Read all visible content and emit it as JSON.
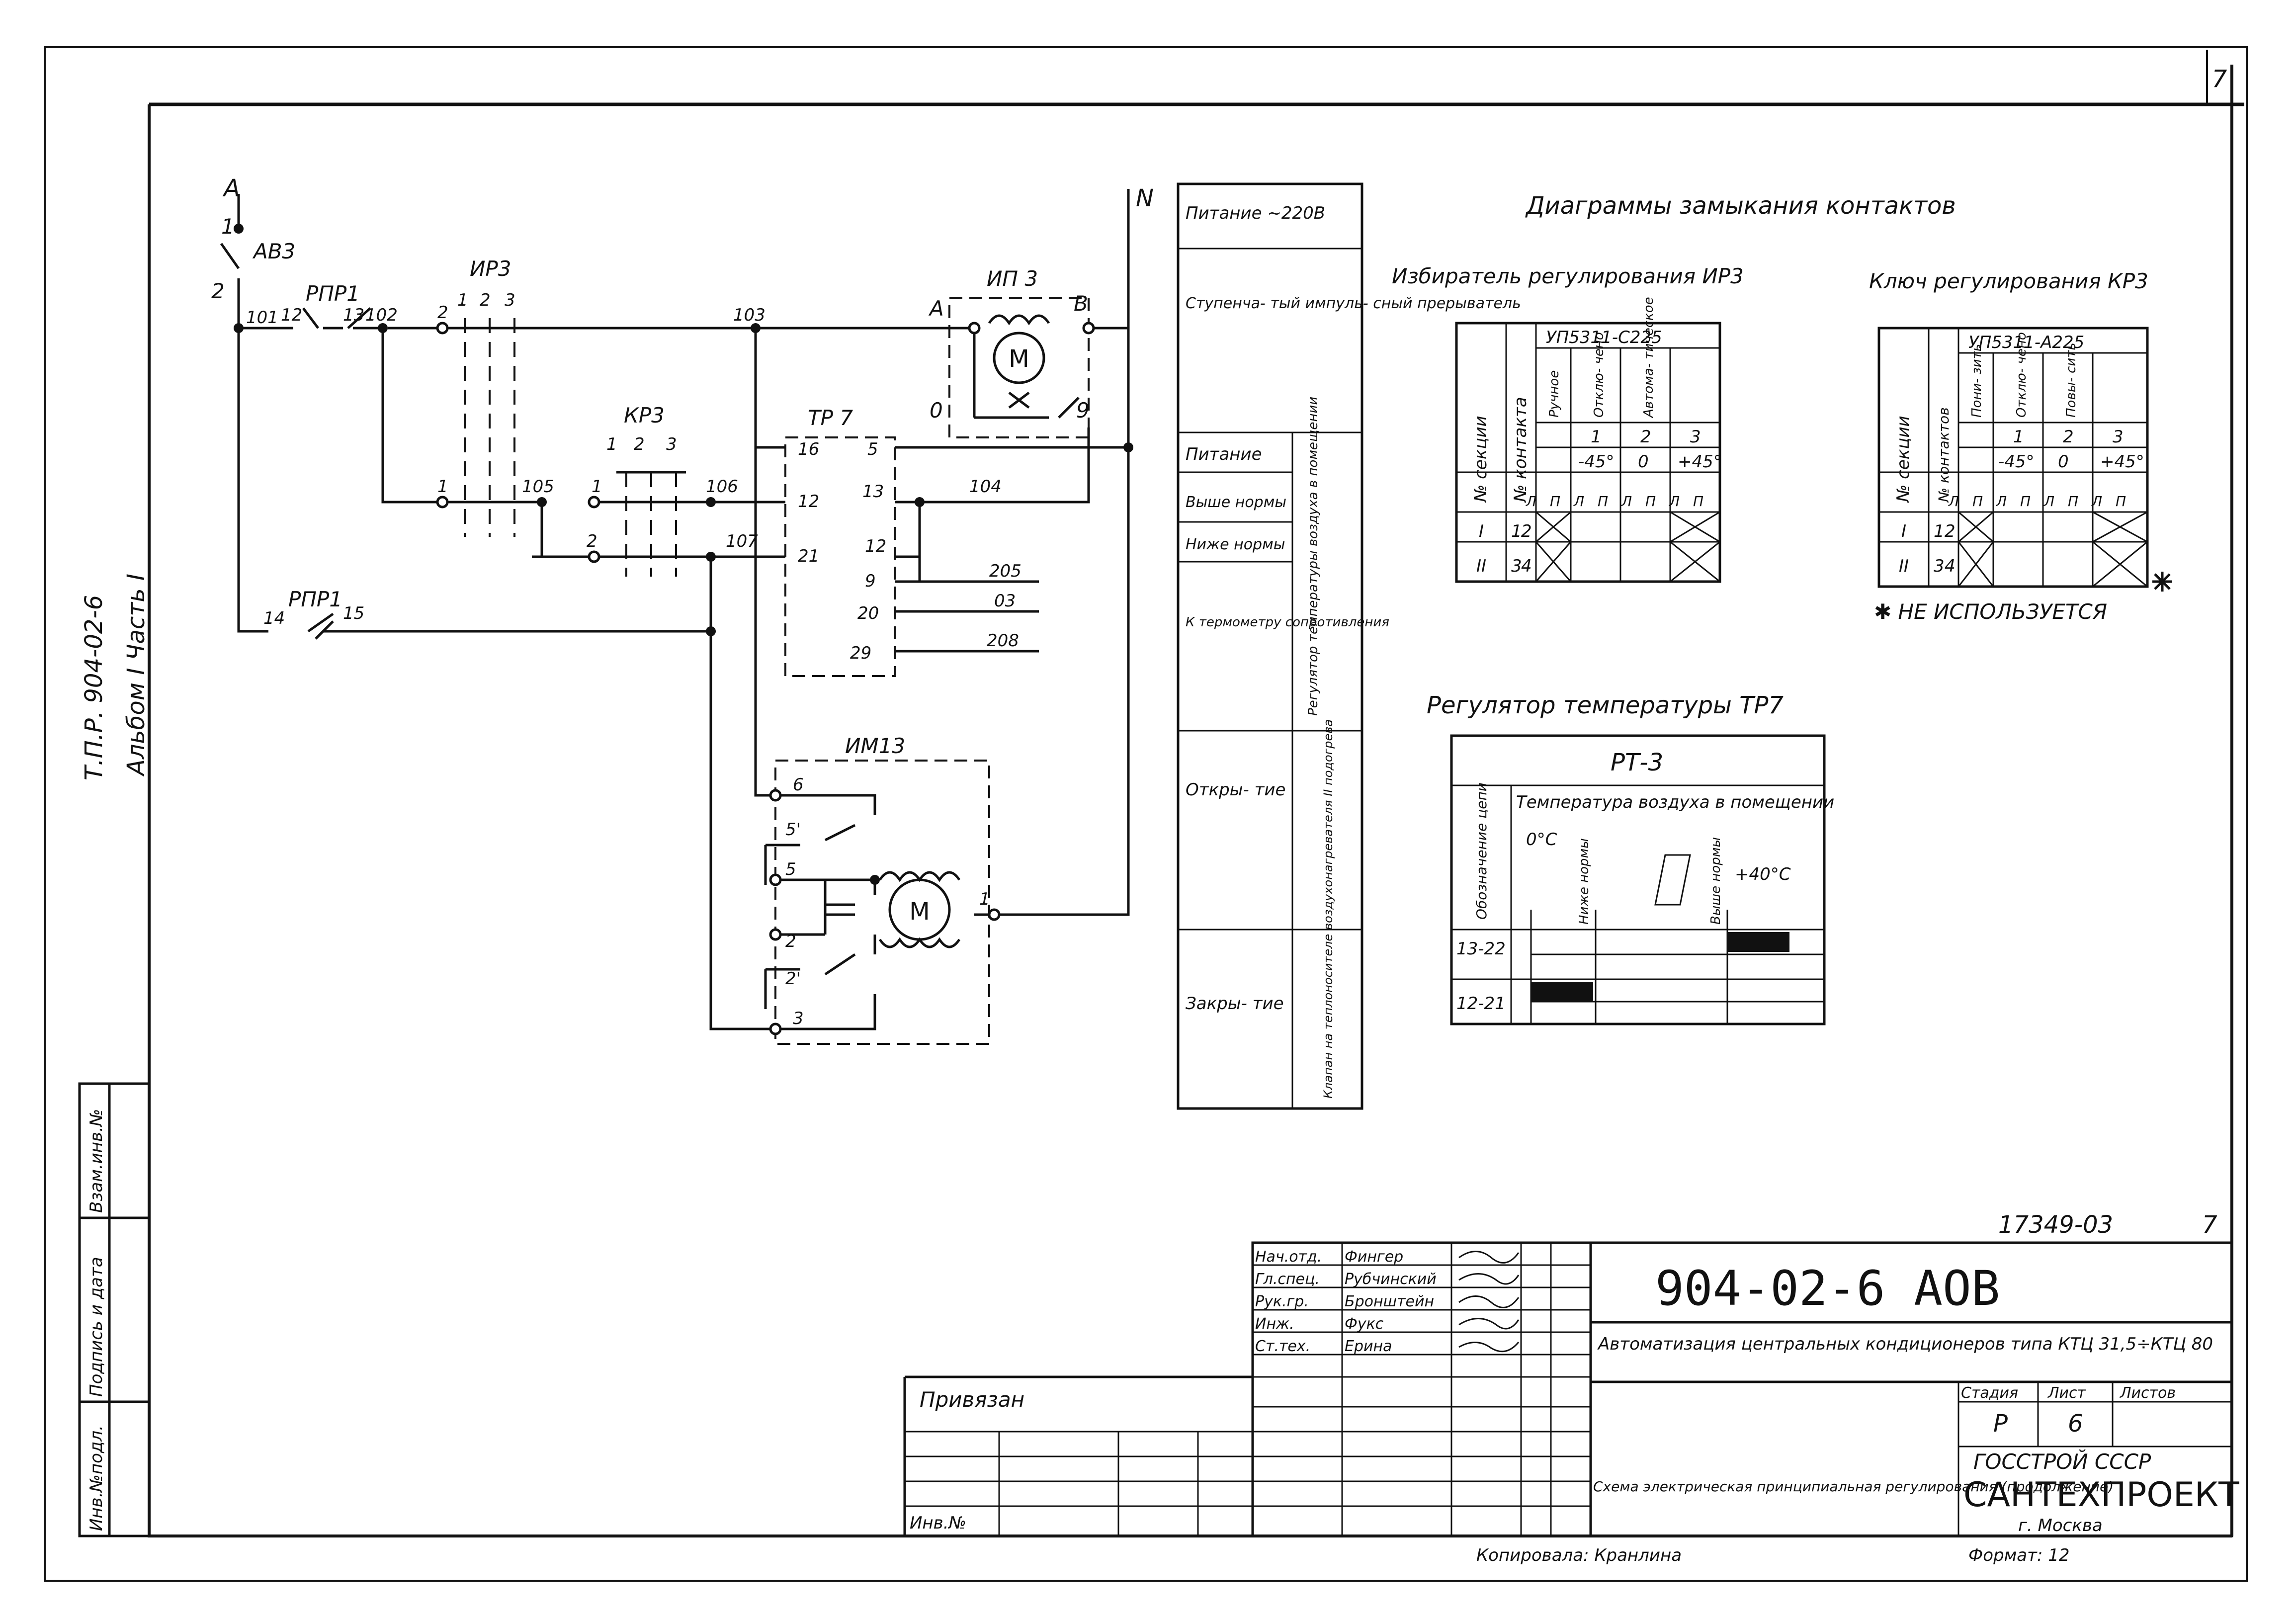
{
  "sheet_number": "7",
  "side_stamp": {
    "line1": "Т.П.Р.  904-02-6",
    "line2": "Альбом I   Часть I"
  },
  "left_strip": {
    "cell1": "Взам.инв.№",
    "cell2": "Подпись и дата",
    "cell3": "Инв.№подл."
  },
  "schematic": {
    "phase_a": "А",
    "neutral": "N",
    "t1": "1",
    "t2": "2",
    "breaker": "АВ3",
    "w101": "101",
    "t12": "12",
    "rpr1_top": "РПР1",
    "t13": "13",
    "w102": "102",
    "irz": "ИР3",
    "irz_2": "2",
    "irz_1a": "1",
    "irz_2b": "2",
    "irz_3": "3",
    "irz_1c": "1",
    "w105": "105",
    "krz": "КР3",
    "krz_1": "1",
    "krz_2": "2",
    "krz_3": "3",
    "krz_in1": "1",
    "krz_in2": "2",
    "w106": "106",
    "w107": "107",
    "w103": "103",
    "w104": "104",
    "ip3": "ИП 3",
    "ip3_a": "А",
    "ip3_b": "В",
    "ip3_0": "0",
    "ip3_9": "9",
    "motor": "М",
    "tp7": "ТР 7",
    "tp7_16": "16",
    "tp7_12": "12",
    "tp7_21": "21",
    "tp7_5": "5",
    "tp7_13": "13",
    "tp7_12b": "12",
    "tp7_9": "9",
    "tp7_20": "20",
    "tp7_29": "29",
    "w205": "205",
    "w03": "03",
    "w208": "208",
    "t14": "14",
    "rpr1_bot": "РПР1",
    "t15": "15",
    "im13": "ИМ13",
    "im_6": "6",
    "im_5p": "5'",
    "im_5": "5",
    "im_2": "2",
    "im_2p": "2'",
    "im_3": "3",
    "im_1": "1"
  },
  "legend_column": {
    "power_header": "Питание ~220В",
    "interrupter": "Ступенча- тый импуль- сный прерыватель",
    "power": "Питание",
    "above_norm": "Выше нормы",
    "below_norm": "Ниже нормы",
    "to_thermometer": "К термометру сопротивления",
    "regulator": "Регулятор температуры воздуха в помещении",
    "opening": "Откры- тие",
    "closing": "Закры- тие",
    "valve": "Клапан на теплоносителе воздухонагревателя II подогрева"
  },
  "diagrams_title": "Диаграммы замыкания контактов",
  "selector_table": {
    "title": "Избиратель регулирования ИР3",
    "model": "УП5311-С225",
    "col_section": "№ секции",
    "col_contact": "№ контакта",
    "positions": [
      "Ручное",
      "Отклю- чено",
      "Автома- тическое"
    ],
    "pos_numbers": [
      "1",
      "2",
      "3"
    ],
    "angles": [
      "-45°",
      "0",
      "+45°"
    ],
    "lp": [
      "Л",
      "П",
      "Л",
      "П",
      "Л",
      "П",
      "Л",
      "П"
    ],
    "rows": [
      {
        "section": "I",
        "c1": "1",
        "c2": "2"
      },
      {
        "section": "II",
        "c1": "3",
        "c2": "4"
      }
    ]
  },
  "key_table": {
    "title": "Ключ регулирования КР3",
    "model": "УП5311-А225",
    "col_section": "№ секции",
    "col_contact": "№ контактов",
    "positions": [
      "Пони- зить",
      "Отклю- чено",
      "Повы- сить"
    ],
    "pos_numbers": [
      "1",
      "2",
      "3"
    ],
    "angles": [
      "-45°",
      "0",
      "+45°"
    ],
    "lp": [
      "Л",
      "П",
      "Л",
      "П",
      "Л",
      "П",
      "Л",
      "П"
    ],
    "rows": [
      {
        "section": "I",
        "c1": "1",
        "c2": "2"
      },
      {
        "section": "II",
        "c1": "3",
        "c2": "4"
      }
    ],
    "note": "✱  НЕ ИСПОЛЬЗУЕТСЯ"
  },
  "regulator_table": {
    "title": "Регулятор температуры ТР7",
    "model": "РТ-3",
    "col_circuit": "Обозначение цепи",
    "header": "Температура воздуха в помещении",
    "zero": "0°С",
    "below": "Ниже нормы",
    "above": "Выше нормы",
    "plus40": "+40°С",
    "rows": [
      "13-22",
      "12-21"
    ]
  },
  "title_block": {
    "doc_number": "17349-03",
    "doc_sheet": "7",
    "code": "904-02-6  АОВ",
    "roles": [
      "Нач.отд.",
      "Гл.спец.",
      "Рук.гр.",
      "Инж.",
      "Ст.тех."
    ],
    "names": [
      "Фингер",
      "Рубчинский",
      "Бронштейн",
      "Фукс",
      "Ерина"
    ],
    "description": "Автоматизация центральных кондиционеров типа КТЦ 31,5÷КТЦ 80",
    "stage_label": "Стадия",
    "sheet_label": "Лист",
    "sheets_label": "Листов",
    "stage": "Р",
    "sheet": "6",
    "drawing_title": "Схема электрическая принципиальная регулирования (продолжение)",
    "org1": "ГОССТРОЙ СССР",
    "org2": "САНТЕХПРОЕКТ",
    "city": "г. Москва",
    "privyazan": "Привязан",
    "inv_no": "Инв.№",
    "copied": "Копировала: Кранлина",
    "format": "Формат: 12"
  }
}
